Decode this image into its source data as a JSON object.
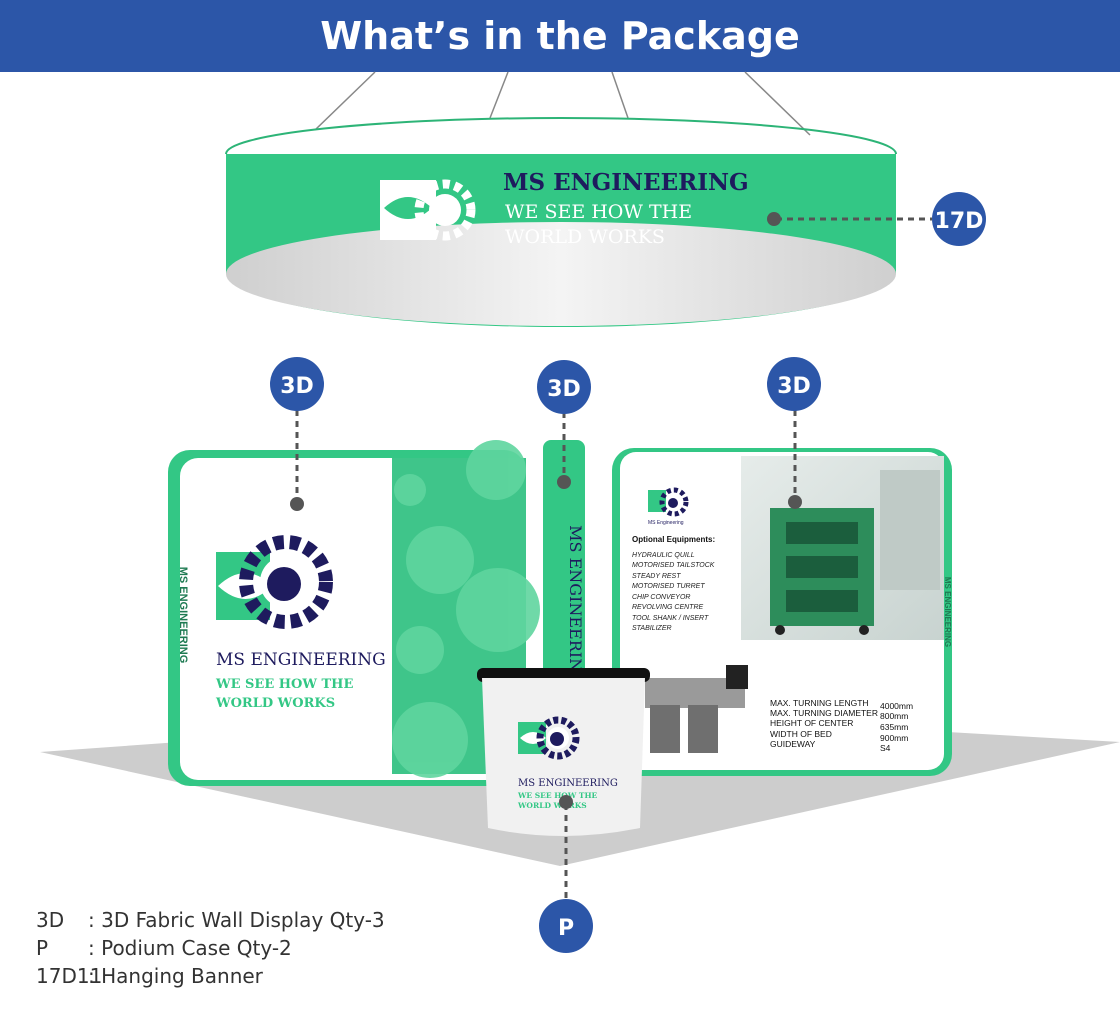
{
  "header": {
    "title": "What’s in the Package"
  },
  "hanging_banner": {
    "company": "MS ENGINEERING",
    "tagline_line1": "WE SEE HOW THE",
    "tagline_line2": "WORLD WORKS",
    "badge": "17D"
  },
  "left_wall": {
    "badge": "3D",
    "company": "MS ENGINEERING",
    "tagline_line1": "WE SEE HOW THE",
    "tagline_line2": "WORLD WORKS",
    "side_text": "MS ENGINEERING"
  },
  "center_column": {
    "badge": "3D",
    "text": "MS ENGINEERING"
  },
  "right_wall": {
    "badge": "3D",
    "logo_caption": "MS Engineering",
    "equipment_title": "Optional Equipments:",
    "equipment": [
      "HYDRAULIC QUILL",
      "MOTORISED TAILSTOCK",
      "STEADY REST",
      "MOTORISED TURRET",
      "CHIP CONVEYOR",
      "REVOLVING CENTRE",
      "TOOL SHANK / INSERT",
      "STABILIZER"
    ],
    "specs": [
      {
        "label": "MAX. TURNING LENGTH",
        "value": "4000mm"
      },
      {
        "label": "MAX. TURNING DIAMETER",
        "value": "800mm"
      },
      {
        "label": "HEIGHT OF CENTER",
        "value": "635mm"
      },
      {
        "label": "WIDTH OF BED",
        "value": "900mm"
      },
      {
        "label": "GUIDEWAY",
        "value": "S4"
      }
    ],
    "side_text": "MS ENGINEERING"
  },
  "podium": {
    "badge": "P",
    "company": "MS ENGINEERING",
    "tagline_line1": "WE SEE HOW THE",
    "tagline_line2": "WORLD WORKS"
  },
  "legend": [
    {
      "code": "3D",
      "desc": ": 3D Fabric Wall Display Qty-3"
    },
    {
      "code": "P",
      "desc": ": Podium Case Qty-2"
    },
    {
      "code": "17D11",
      "desc": ": Hanging Banner"
    }
  ],
  "colors": {
    "header": "#2c56a8",
    "brand_green": "#33c785",
    "navy": "#1e1b5e",
    "badge": "#2c56a8"
  }
}
